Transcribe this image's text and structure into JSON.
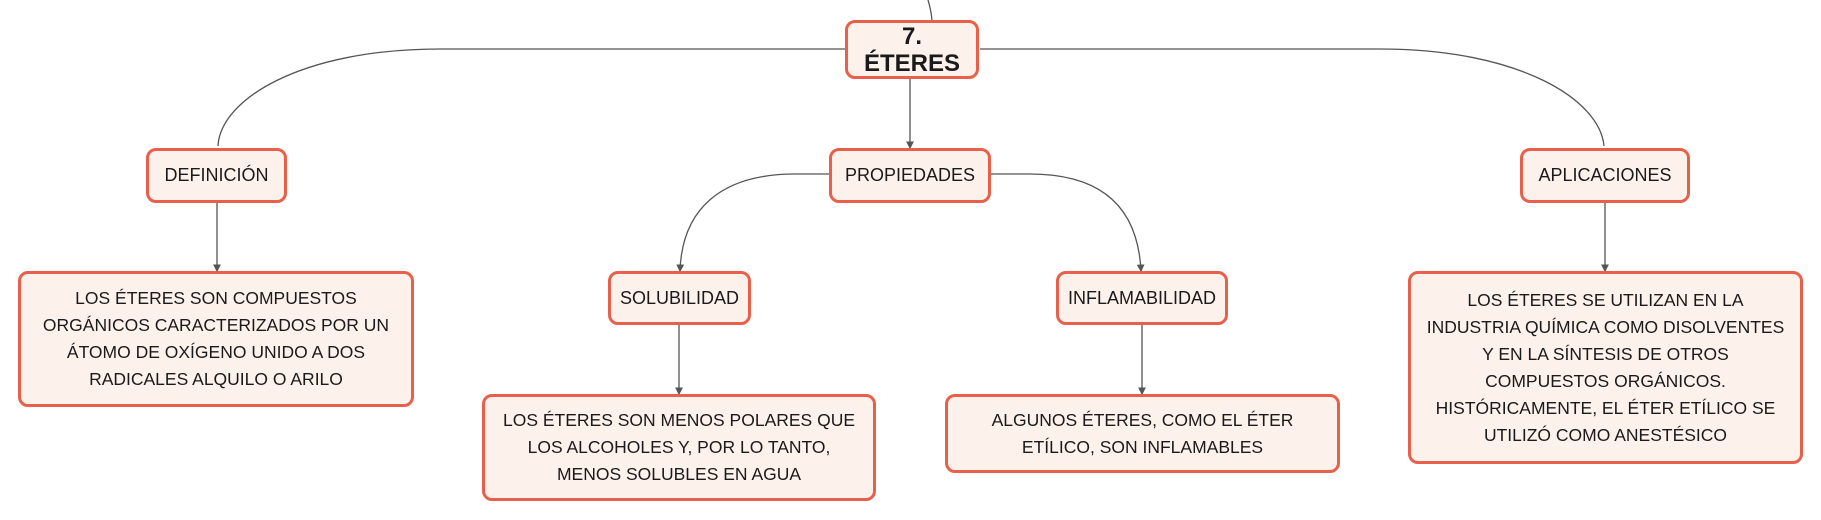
{
  "colors": {
    "border": "#e8604c",
    "fill": "#fdf1ec",
    "line": "#555555",
    "text": "#1a1a1a"
  },
  "map": {
    "root": "7. ÉTERES",
    "definicion": {
      "label": "DEFINICIÓN",
      "text": "LOS ÉTERES SON COMPUESTOS ORGÁNICOS CARACTERIZADOS POR UN ÁTOMO DE OXÍGENO UNIDO A DOS RADICALES ALQUILO O ARILO"
    },
    "propiedades": {
      "label": "PROPIEDADES",
      "solubilidad": {
        "label": "SOLUBILIDAD",
        "text": "LOS ÉTERES SON MENOS POLARES QUE LOS ALCOHOLES Y, POR LO TANTO, MENOS SOLUBLES EN AGUA"
      },
      "inflamabilidad": {
        "label": "INFLAMABILIDAD",
        "text": "ALGUNOS ÉTERES, COMO EL ÉTER ETÍLICO, SON INFLAMABLES"
      }
    },
    "aplicaciones": {
      "label": "APLICACIONES",
      "text": "LOS ÉTERES SE UTILIZAN EN LA INDUSTRIA QUÍMICA COMO DISOLVENTES Y EN LA SÍNTESIS DE OTROS COMPUESTOS ORGÁNICOS. HISTÓRICAMENTE, EL ÉTER ETÍLICO SE UTILIZÓ COMO ANESTÉSICO"
    }
  }
}
